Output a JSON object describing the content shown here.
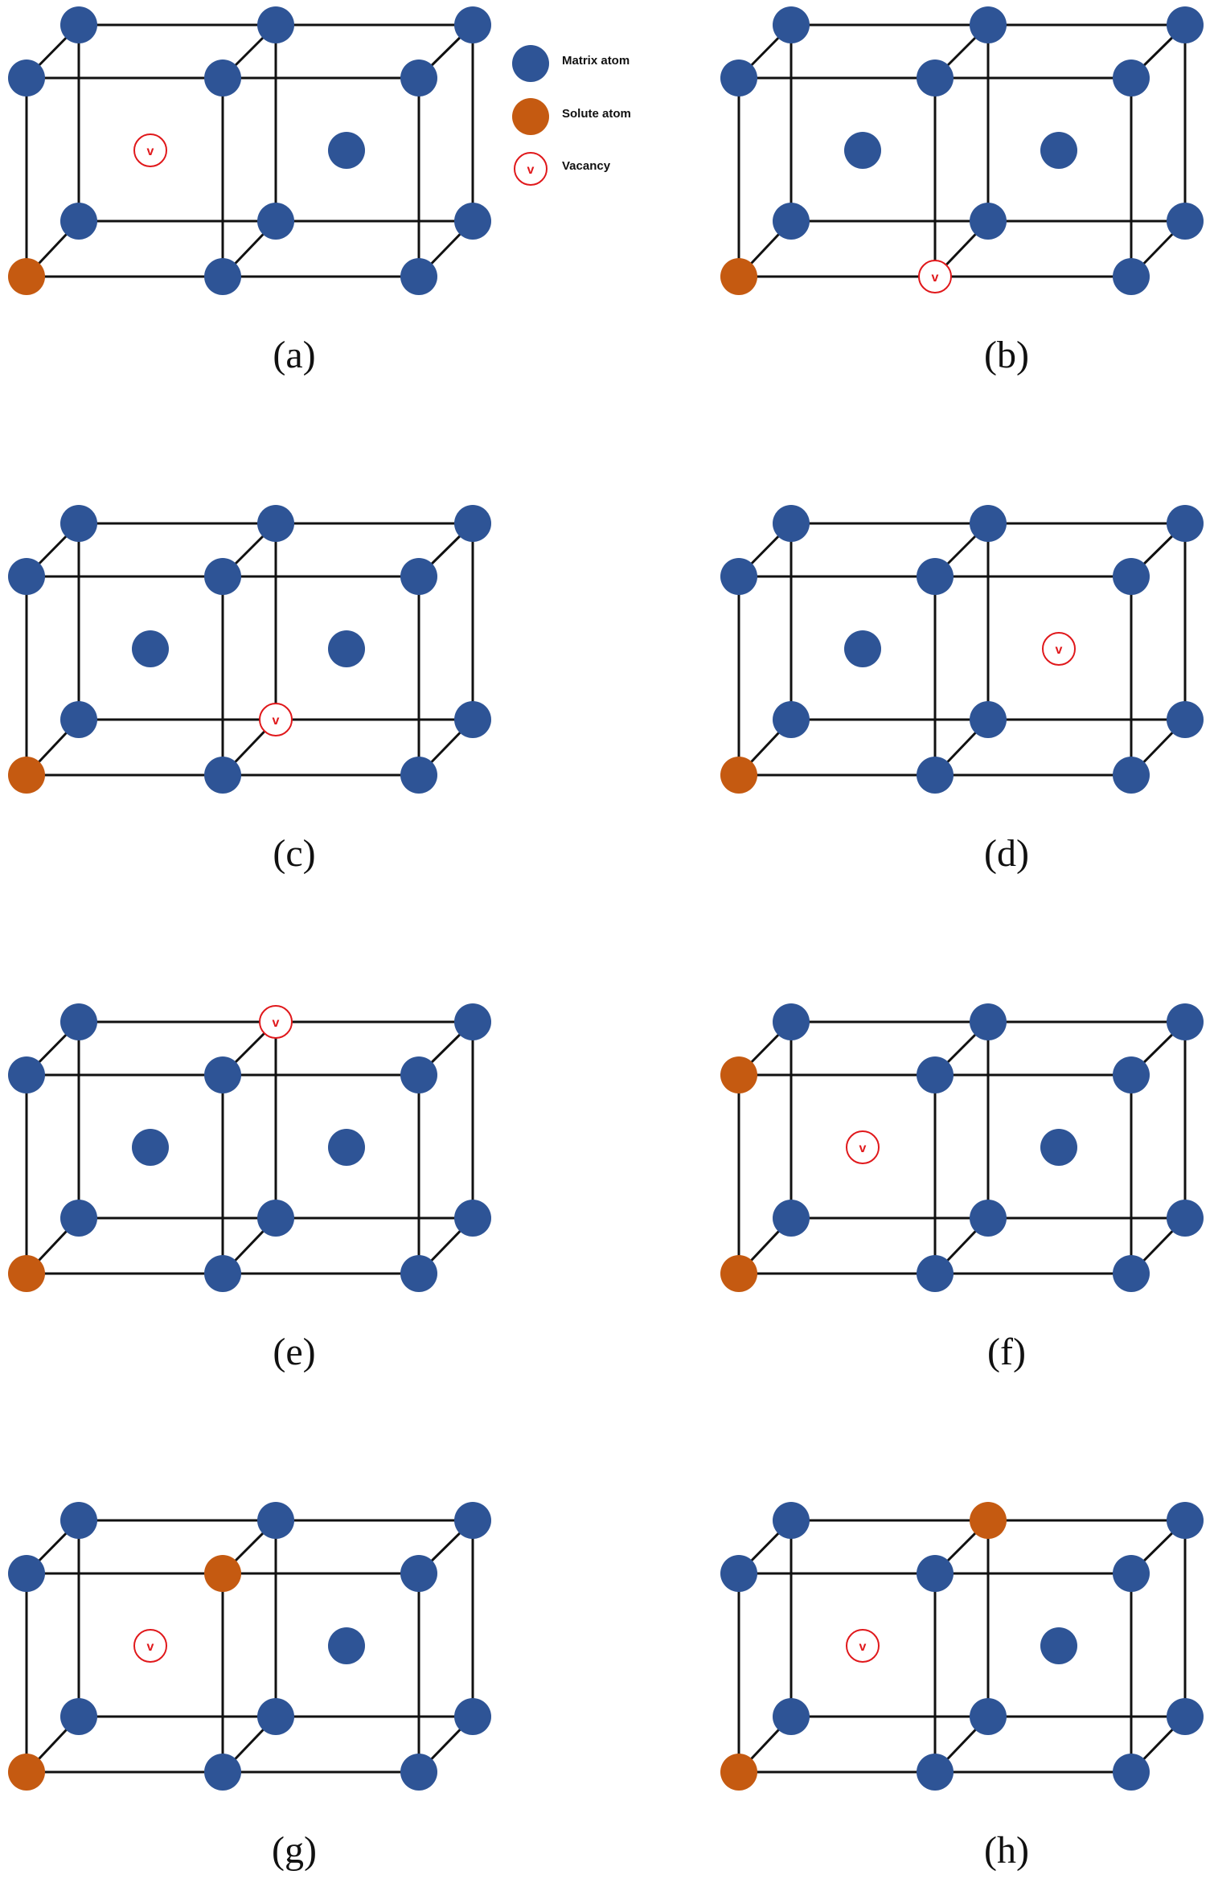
{
  "colors": {
    "matrix": "#2e5496",
    "solute": "#c55a11",
    "vacancy": "#e0181b",
    "edge": "#111111"
  },
  "legend": {
    "matrix_label": "Matrix atom",
    "solute_label": "Solute atom",
    "vacancy_label": "Vacancy",
    "vacancy_symbol": "v"
  },
  "panels": [
    {
      "label": "(a)",
      "vacancy": "center-left",
      "solute": [
        "front-bottom-left"
      ]
    },
    {
      "label": "(b)",
      "vacancy": "front-bottom-mid",
      "solute": [
        "front-bottom-left"
      ]
    },
    {
      "label": "(c)",
      "vacancy": "back-bottom-mid",
      "solute": [
        "front-bottom-left"
      ]
    },
    {
      "label": "(d)",
      "vacancy": "center-right",
      "solute": [
        "front-bottom-left"
      ]
    },
    {
      "label": "(e)",
      "vacancy": "back-top-mid",
      "solute": [
        "front-bottom-left"
      ]
    },
    {
      "label": "(f)",
      "vacancy": "center-left",
      "solute": [
        "front-bottom-left",
        "front-top-left"
      ]
    },
    {
      "label": "(g)",
      "vacancy": "center-left",
      "solute": [
        "front-bottom-left",
        "front-top-mid"
      ]
    },
    {
      "label": "(h)",
      "vacancy": "center-left",
      "solute": [
        "front-bottom-left",
        "back-top-mid"
      ]
    }
  ]
}
